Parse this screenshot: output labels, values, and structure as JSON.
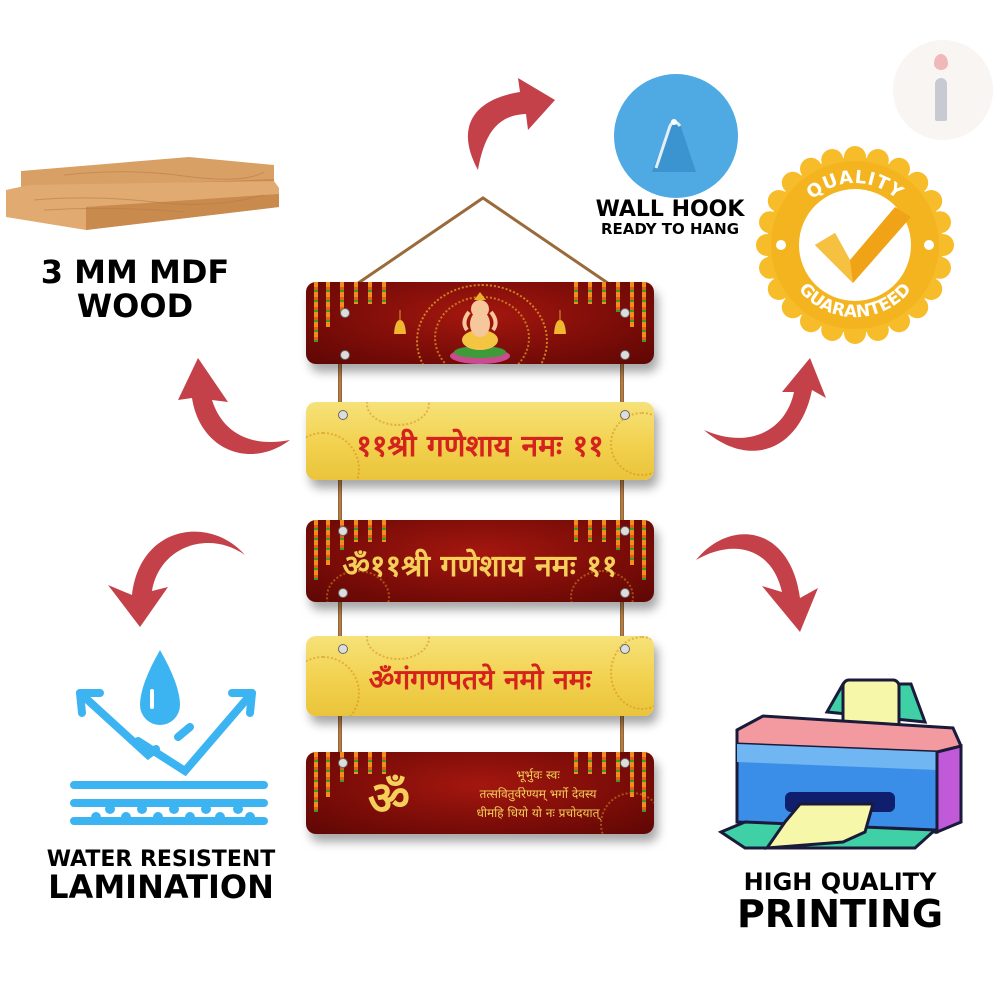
{
  "features": {
    "wood": {
      "line1": "3 MM MDF",
      "line2": "WOOD",
      "icon": "wood-planks-icon"
    },
    "hook": {
      "line1": "WALL HOOK",
      "line2": "READY TO HANG",
      "icon": "wall-hook-icon"
    },
    "quality": {
      "top": "QUALITY",
      "bottom": "GUARANTEED",
      "icon": "quality-badge-icon"
    },
    "water": {
      "line1": "WATER RESISTENT",
      "line2": "LAMINATION",
      "icon": "water-resistant-icon"
    },
    "printing": {
      "line1": "HIGH QUALITY",
      "line2": "PRINTING",
      "icon": "printer-icon"
    }
  },
  "planks": [
    {
      "style": "red",
      "content": "ganesha-image"
    },
    {
      "style": "yellow",
      "text": "११श्री गणेशाय नमः ११"
    },
    {
      "style": "red",
      "text": "ॐ११श्री गणेशाय नमः ११"
    },
    {
      "style": "yellow",
      "text": "ॐगंगणपतये नमो नमः"
    },
    {
      "style": "red",
      "om": "ॐ",
      "lines": [
        "भूर्भुवः स्वः",
        "तत्सवितुर्वरेण्यम् भर्गो देवस्य",
        "धीमहि धियो यो नः प्रचोदयात्"
      ]
    }
  ],
  "colors": {
    "arrow": "#c4414a",
    "plank_red": "#7a0c08",
    "plank_yellow": "#f2d14e",
    "text_red": "#d3231c",
    "text_gold": "#f5cf5a",
    "water_blue": "#3db4f2",
    "badge_gold": "#f4b41f"
  },
  "watermark": {
    "icon": "brand-logo-icon"
  }
}
